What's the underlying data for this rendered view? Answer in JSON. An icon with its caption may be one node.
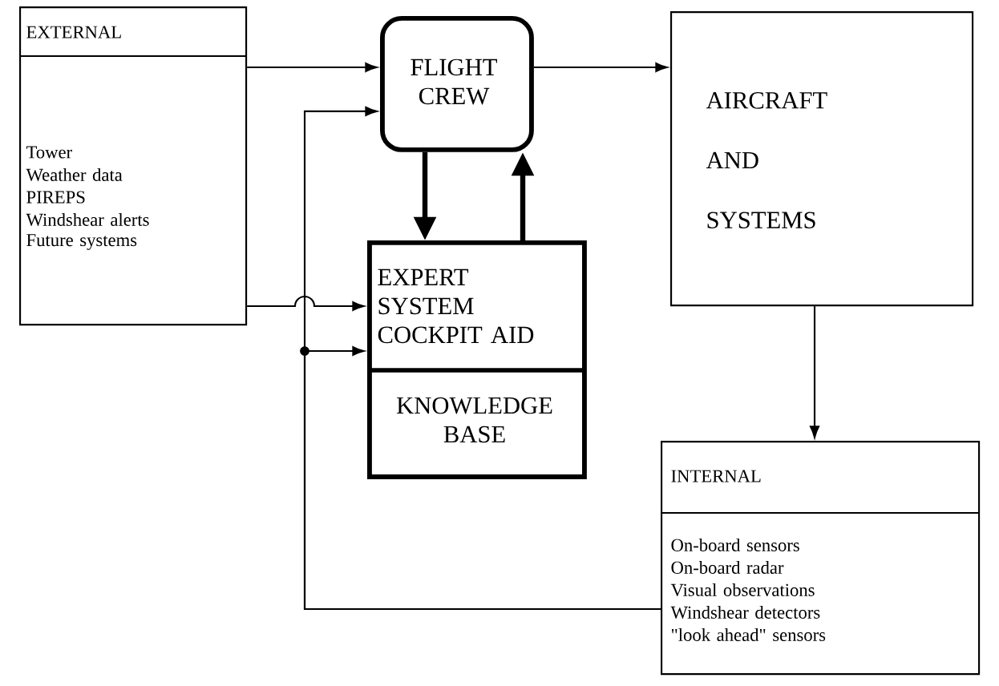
{
  "diagram": {
    "nodes": [
      {
        "text": [
          "EXTERNAL",
          "Tower",
          "Weather data",
          "PIREPS",
          "Windshear alerts",
          "Future systems"
        ]
      },
      {
        "text": [
          "FLIGHT CREW"
        ]
      },
      {
        "text": [
          "EXPERT SYSTEM COCKPIT AID",
          "KNOWLEDGE BASE"
        ]
      },
      {
        "text": [
          "AIRCRAFT AND SYSTEMS"
        ]
      },
      {
        "text": [
          "INTERNAL",
          "On-board sensors",
          "On-board radar",
          "Visual observations",
          "Windshear detectors",
          "\"look ahead\" sensors"
        ]
      }
    ],
    "edges": [
      {
        "from": 0,
        "to": 1,
        "arrow": "to"
      },
      {
        "from": 1,
        "to": 3,
        "arrow": "to"
      },
      {
        "from": 1,
        "to": 2,
        "arrow": "to",
        "style": "thick"
      },
      {
        "from": 2,
        "to": 1,
        "arrow": "to",
        "style": "thick"
      },
      {
        "from": 3,
        "to": 4,
        "arrow": "to"
      },
      {
        "from": 0,
        "to": 2,
        "arrow": "to"
      },
      {
        "from": 4,
        "to": 1,
        "arrow": "to"
      },
      {
        "from": 4,
        "to": 2,
        "arrow": "to"
      }
    ]
  }
}
